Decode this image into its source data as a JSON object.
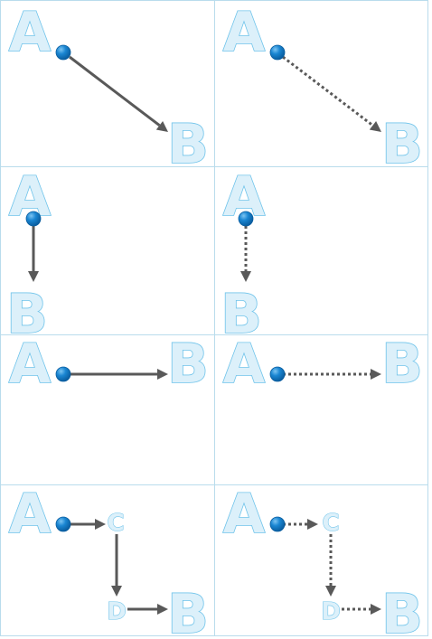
{
  "colors": {
    "grid_line": "#b9dcec",
    "letter_fill": "#dcf0fa",
    "letter_stroke": "#6ec3ea",
    "dot_fill": "#0d78c4",
    "dot_highlight": "#7cc4f2",
    "arrow": "#595959"
  },
  "panels": [
    {
      "row": 1,
      "col": 1,
      "line_style": "solid",
      "direction": "diagonal",
      "labels": [
        "A",
        "B"
      ]
    },
    {
      "row": 1,
      "col": 2,
      "line_style": "dotted",
      "direction": "diagonal",
      "labels": [
        "A",
        "B"
      ]
    },
    {
      "row": 2,
      "col": 1,
      "line_style": "solid",
      "direction": "vertical",
      "labels": [
        "A",
        "B"
      ]
    },
    {
      "row": 2,
      "col": 2,
      "line_style": "dotted",
      "direction": "vertical",
      "labels": [
        "A",
        "B"
      ]
    },
    {
      "row": 3,
      "col": 1,
      "line_style": "solid",
      "direction": "horizontal",
      "labels": [
        "A",
        "B"
      ]
    },
    {
      "row": 3,
      "col": 2,
      "line_style": "dotted",
      "direction": "horizontal",
      "labels": [
        "A",
        "B"
      ]
    },
    {
      "row": 4,
      "col": 1,
      "line_style": "solid",
      "direction": "path-via-waypoints",
      "labels": [
        "A",
        "C",
        "D",
        "B"
      ]
    },
    {
      "row": 4,
      "col": 2,
      "line_style": "dotted",
      "direction": "path-via-waypoints",
      "labels": [
        "A",
        "C",
        "D",
        "B"
      ]
    }
  ]
}
